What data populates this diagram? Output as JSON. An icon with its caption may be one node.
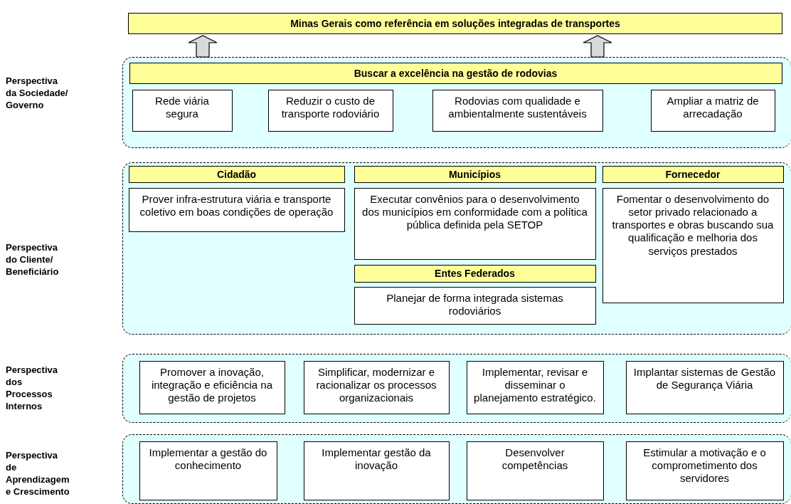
{
  "diagram": {
    "nodes": [
      {
        "text": [
          "Minas Gerais como referência em soluções integradas de transportes"
        ]
      },
      {
        "text": [],
        "shape": "box"
      },
      {
        "text": [
          "Buscar a excelência na gestão de rodovias"
        ],
        "in": 1
      },
      {
        "text": [
          "Rede viária segura"
        ],
        "in": 1
      },
      {
        "text": [
          "Reduzir o custo de transporte rodoviário"
        ],
        "in": 1
      },
      {
        "text": [
          "Rodovias com qualidade e ambientalmente sustentáveis"
        ],
        "in": 1
      },
      {
        "text": [
          "Ampliar a matriz de arrecadação"
        ],
        "in": 1
      },
      {
        "text": [],
        "shape": "box"
      },
      {
        "text": [
          "Cidadão"
        ],
        "in": 7
      },
      {
        "text": [
          "Municípios"
        ],
        "in": 7
      },
      {
        "text": [
          "Fornecedor"
        ],
        "in": 7
      },
      {
        "text": [
          "Prover infra-estrutura viária e transporte coletivo em boas condições de operação"
        ],
        "in": 7
      },
      {
        "text": [
          "Executar convênios para o desenvolvimento dos municípios em conformidade com a política pública definida pela SETOP"
        ],
        "in": 7
      },
      {
        "text": [
          "Fomentar o desenvolvimento do setor privado relacionado a transportes e obras buscando sua qualificação e melhoria dos serviços prestados"
        ],
        "in": 7
      },
      {
        "text": [
          "Entes Federados"
        ],
        "in": 7
      },
      {
        "text": [
          "Planejar de forma integrada sistemas rodoviários"
        ],
        "in": 7
      },
      {
        "text": [],
        "shape": "box"
      },
      {
        "text": [
          "Promover a inovação, integração e eficiência na gestão de projetos"
        ],
        "in": 16
      },
      {
        "text": [
          "Simplificar, modernizar e racionalizar os processos organizacionais"
        ],
        "in": 16
      },
      {
        "text": [
          "Implementar, revisar e disseminar o planejamento estratégico."
        ],
        "in": 16
      },
      {
        "text": [
          "Implantar sistemas de Gestão de Segurança Viária"
        ],
        "in": 16
      },
      {
        "text": [],
        "shape": "box"
      },
      {
        "text": [
          "Implementar a gestão do conhecimento"
        ],
        "in": 21
      },
      {
        "text": [
          "Implementar gestão da inovação"
        ],
        "in": 21
      },
      {
        "text": [
          "Desenvolver competências"
        ],
        "in": 21
      },
      {
        "text": [
          "Estimular a motivação e o comprometimento dos servidores"
        ],
        "in": 21
      }
    ],
    "edges": [
      {
        "from": 1,
        "to": 0,
        "arrow": "to"
      },
      {
        "from": 1,
        "to": 0,
        "arrow": "to"
      }
    ],
    "labels": [
      "Perspectiva da Sociedade/ Governo",
      "Perspectiva do Cliente/ Beneficiário",
      "Perspectiva dos Processos Internos",
      "Perspectiva de Aprendizagem e Crescimento"
    ]
  }
}
